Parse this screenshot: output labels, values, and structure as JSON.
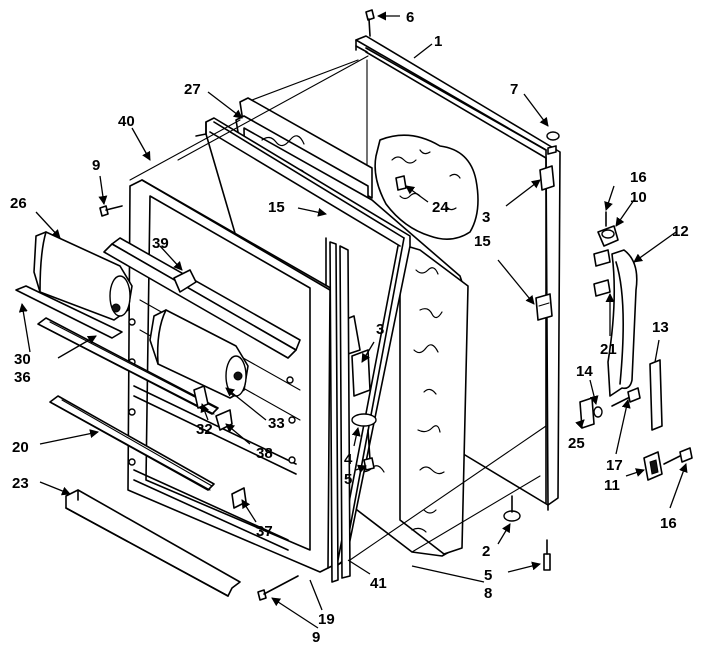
{
  "callouts": {
    "c1": "1",
    "c2": "2",
    "c3a": "3",
    "c3b": "3",
    "c4": "4",
    "c5a": "5",
    "c5b": "5",
    "c6": "6",
    "c7": "7",
    "c8": "8",
    "c9a": "9",
    "c9b": "9",
    "c10": "10",
    "c11": "11",
    "c12": "12",
    "c13": "13",
    "c14": "14",
    "c15a": "15",
    "c15b": "15",
    "c16a": "16",
    "c16b": "16",
    "c17": "17",
    "c19": "19",
    "c20": "20",
    "c21": "21",
    "c23": "23",
    "c24": "24",
    "c25": "25",
    "c26": "26",
    "c27": "27",
    "c30": "30",
    "c32": "32",
    "c33": "33",
    "c36": "36",
    "c37": "37",
    "c38": "38",
    "c39": "39",
    "c40": "40",
    "c41": "41"
  }
}
